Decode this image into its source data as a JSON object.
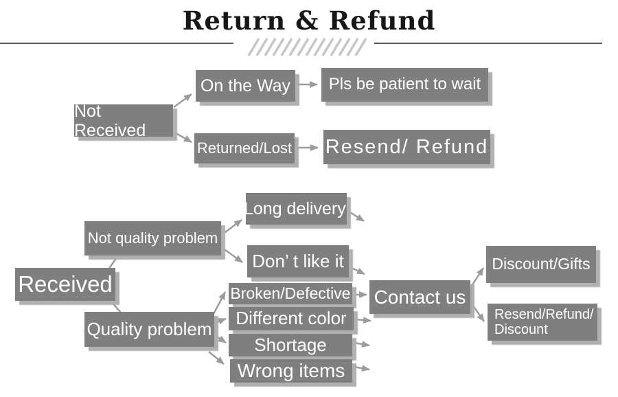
{
  "header": {
    "title": "Return & Refund"
  },
  "flowchart": {
    "not_received": {
      "label": "Not Received"
    },
    "on_the_way": {
      "label": "On the Way"
    },
    "pls_wait": {
      "label": "Pls be patient to wait"
    },
    "returned_lost": {
      "label": "Returned/Lost"
    },
    "resend_refund": {
      "label": "Resend/ Refund"
    },
    "received": {
      "label": "Received"
    },
    "not_quality_problem": {
      "label": "Not quality problem"
    },
    "long_delivery": {
      "label": "Long delivery"
    },
    "dont_like_it": {
      "label": "Don’ t like it"
    },
    "quality_problem": {
      "label": "Quality problem"
    },
    "broken_defective": {
      "label": "Broken/Defective"
    },
    "different_color": {
      "label": "Different color"
    },
    "shortage": {
      "label": "Shortage"
    },
    "wrong_items": {
      "label": "Wrong items"
    },
    "contact_us": {
      "label": "Contact us"
    },
    "discount_gifts": {
      "label": "Discount/Gifts"
    },
    "resend_refund_discount": {
      "label": "Resend/Refund/\nDiscount"
    }
  },
  "colors": {
    "bg": "#ffffff",
    "box": "#7f7f7f",
    "box_text": "#ffffff",
    "shadow": "#b0b0b0",
    "arrow": "#9c9c9c",
    "hatch": "#c6c6c6",
    "rule": "#5a5a5a",
    "title": "#171717"
  }
}
